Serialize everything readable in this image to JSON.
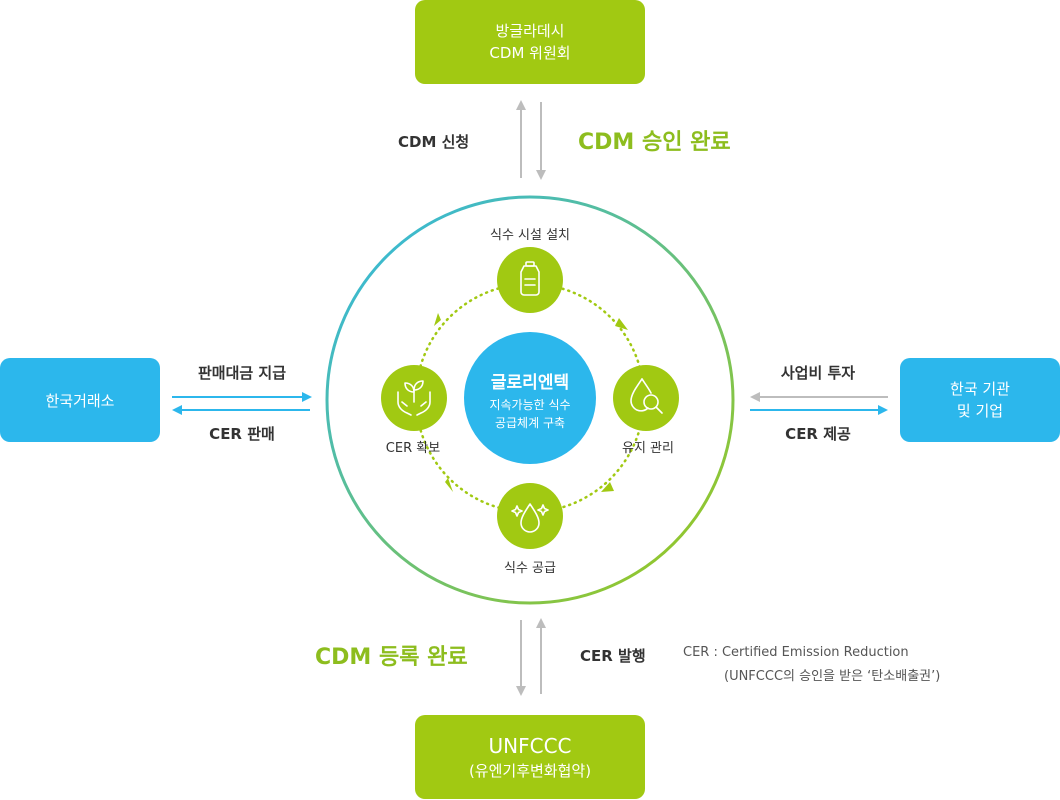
{
  "top_box": {
    "line1": "방글라데시",
    "line2": "CDM 위원회"
  },
  "bottom_box": {
    "line1": "UNFCCC",
    "line2": "(유엔기후변화협약)"
  },
  "left_box": {
    "label": "한국거래소"
  },
  "right_box": {
    "line1": "한국 기관",
    "line2": "및 기업"
  },
  "top_flow": {
    "request": "CDM 신청",
    "approved": "CDM 승인 완료"
  },
  "bottom_flow": {
    "registered": "CDM 등록 완료",
    "issued": "CER 발행"
  },
  "left_flow": {
    "payment": "판매대금 지급",
    "sale": "CER 판매"
  },
  "right_flow": {
    "investment": "사업비 투자",
    "provision": "CER 제공"
  },
  "center": {
    "title": "글로리엔텍",
    "line1": "지속가능한 식수",
    "line2": "공급체계 구축"
  },
  "cycle": {
    "top": "식수 시설 설치",
    "right": "유지 관리",
    "bottom": "식수 공급",
    "left": "CER 확보"
  },
  "footnote": {
    "line1": "CER : Certified Emission Reduction",
    "line2": "(UNFCCC의 승인을 받은 ‘탄소배출권’)"
  },
  "colors": {
    "green": "#a1c912",
    "blue": "#2cb7ec",
    "accent": "#8dbd1e",
    "arrow_gray": "#bdbdbd"
  },
  "icons": {
    "top": "water-bottle-icon",
    "right": "water-drop-magnifier-icon",
    "bottom": "sparkling-drop-icon",
    "left": "hands-plant-icon"
  }
}
